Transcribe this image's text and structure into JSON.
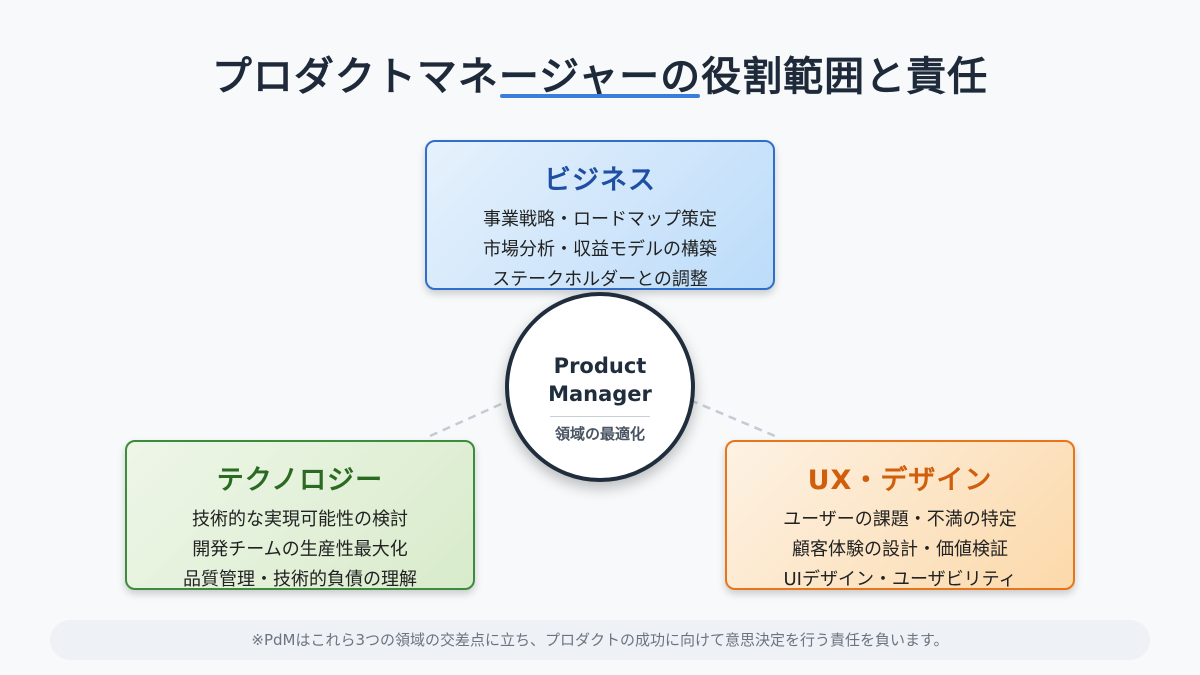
{
  "title": "プロダクトマネージャーの役割範囲と責任",
  "center": {
    "title_line1": "Product",
    "title_line2": "Manager",
    "subtitle": "領域の最適化"
  },
  "business": {
    "title": "ビジネス",
    "lines": [
      "事業戦略・ロードマップ策定",
      "市場分析・収益モデルの構築",
      "ステークホルダーとの調整"
    ],
    "color": "#2f6ec9"
  },
  "technology": {
    "title": "テクノロジー",
    "lines": [
      "技術的な実現可能性の検討",
      "開発チームの生産性最大化",
      "品質管理・技術的負債の理解"
    ],
    "color": "#3d8b3d"
  },
  "ux": {
    "title": "UX・デザイン",
    "lines": [
      "ユーザーの課題・不満の特定",
      "顧客体験の設計・価値検証",
      "UIデザイン・ユーザビリティ"
    ],
    "color": "#e8751a"
  },
  "footnote": "※PdMはこれら3つの領域の交差点に立ち、プロダクトの成功に向けて意思決定を行う責任を負います。"
}
